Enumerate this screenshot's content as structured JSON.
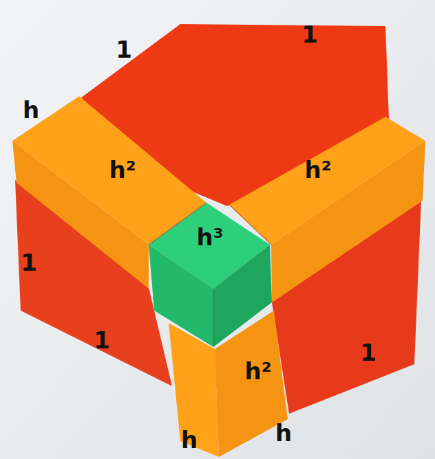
{
  "diagram": {
    "labels": [
      "1",
      "1",
      "h",
      "h²",
      "h²",
      "1",
      "h³",
      "1",
      "h²",
      "1",
      "h",
      "h"
    ]
  }
}
